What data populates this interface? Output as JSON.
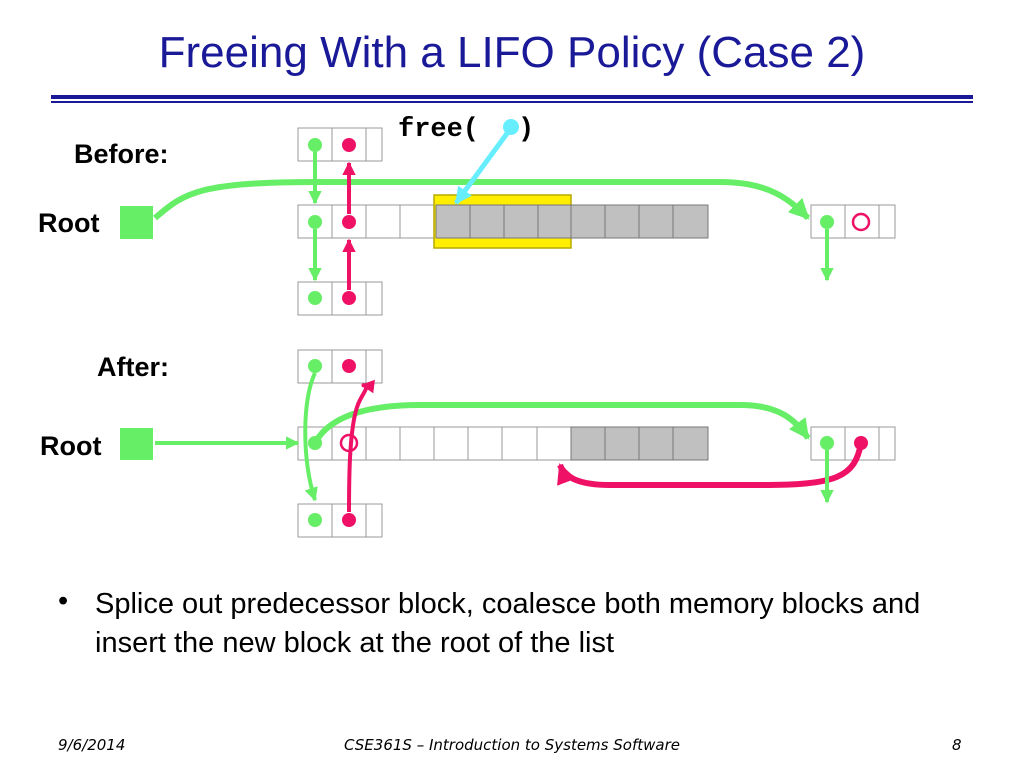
{
  "slide": {
    "title": "Freeing With a LIFO Policy (Case 2)",
    "bullet_marker": "•",
    "bullet": "Splice out predecessor block, coalesce both memory blocks and insert the new block at the root of the list"
  },
  "diagram": {
    "free_call": "free(",
    "free_close": ")",
    "before_label": "Before:",
    "after_label": "After:",
    "root_label": "Root",
    "colors": {
      "next_pointer": "#66ee66",
      "prev_pointer": "#ee1166",
      "free_arrow": "#66eeff",
      "allocated_block": "#c0c0c0",
      "freed_highlight": "#ffee00",
      "root_box": "#66ee66"
    }
  },
  "footer": {
    "date": "9/6/2014",
    "course": "CSE361S – Introduction to Systems Software",
    "page": "8"
  }
}
